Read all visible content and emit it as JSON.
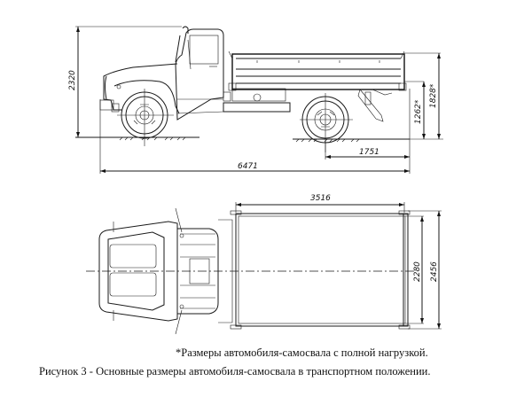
{
  "dimensions": {
    "overall_height": "2320",
    "overall_length": "6471",
    "rear_overhang": "1751",
    "loading_height": "1262*",
    "side_height": "1828*",
    "body_length": "3516",
    "body_inner_width": "2280",
    "body_outer_width": "2456"
  },
  "footnote": "*Размеры автомобиля-самосвала с полной нагрузкой.",
  "caption": "Рисунок 3 - Основные размеры автомобиля-самосвала в транспортном положении.",
  "colors": {
    "line": "#1a1a1a",
    "background": "#ffffff"
  }
}
